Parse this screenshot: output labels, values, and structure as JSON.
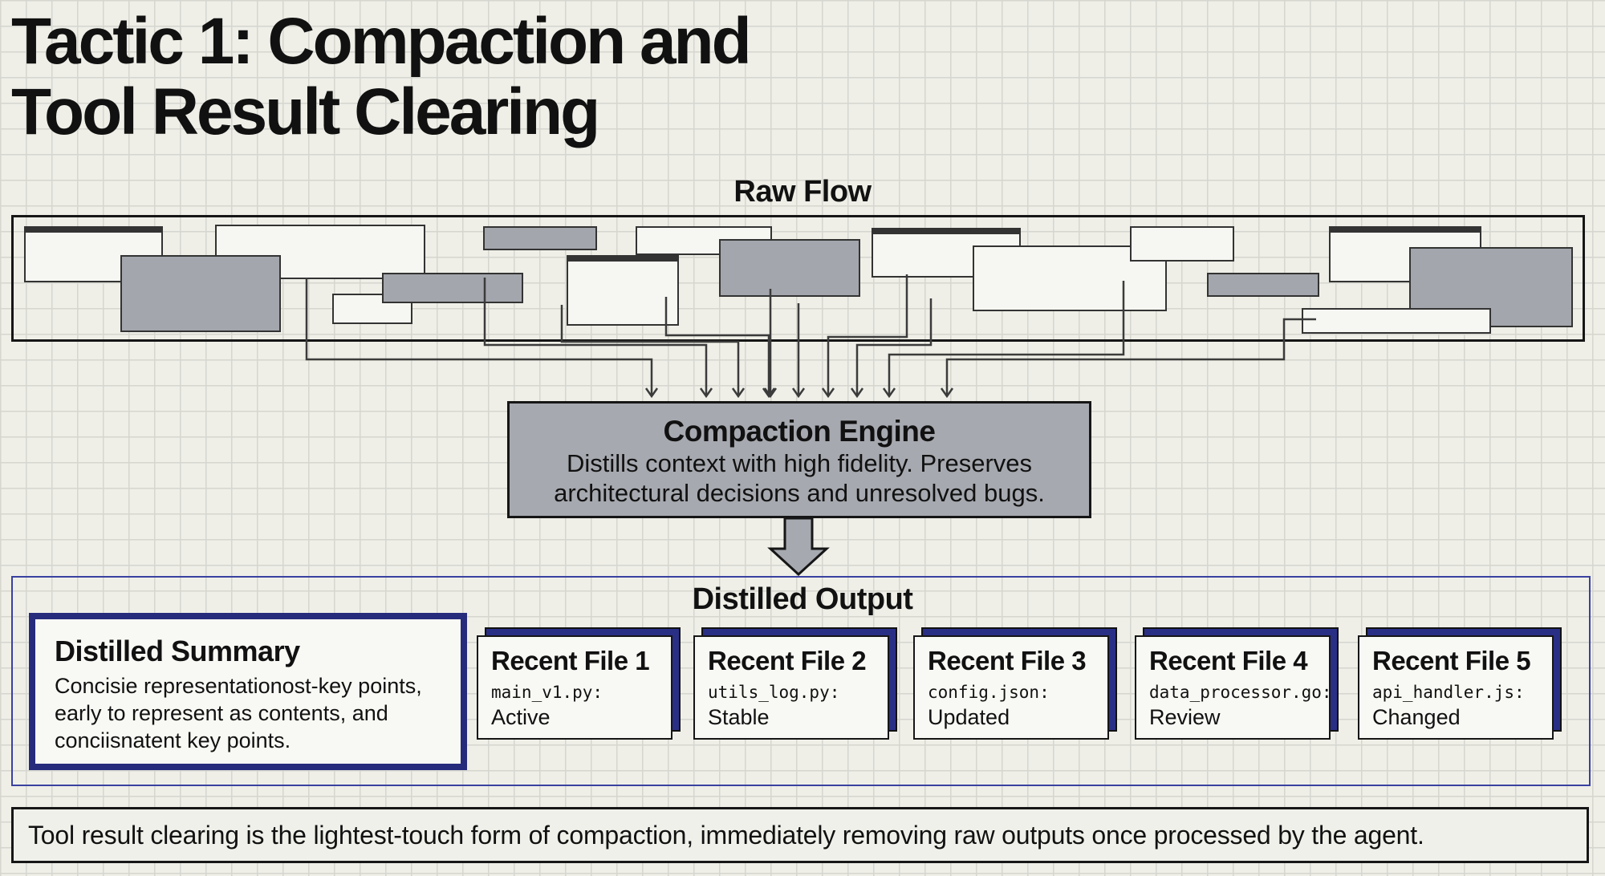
{
  "title": {
    "line1": "Tactic 1: Compaction and",
    "line2": "Tool Result Clearing"
  },
  "raw_flow": {
    "label": "Raw Flow"
  },
  "compaction_engine": {
    "title": "Compaction Engine",
    "description": "Distills context with high fidelity. Preserves architectural decisions and unresolved bugs."
  },
  "distilled_output": {
    "label": "Distilled Output",
    "summary": {
      "title": "Distilled Summary",
      "text": "Concisie representationost-key points, early to represent as contents, and conciisnatent key points."
    },
    "files": [
      {
        "title": "Recent File 1",
        "name": "main_v1.py:",
        "status": "Active"
      },
      {
        "title": "Recent File 2",
        "name": "utils_log.py:",
        "status": "Stable"
      },
      {
        "title": "Recent File 3",
        "name": "config.json:",
        "status": "Updated"
      },
      {
        "title": "Recent File 4",
        "name": "data_processor.go:",
        "status": "Review"
      },
      {
        "title": "Recent File 5",
        "name": "api_handler.js:",
        "status": "Changed"
      }
    ]
  },
  "footer": {
    "text": "Tool result clearing is the lightest-touch form of compaction, immediately removing raw outputs once processed by the agent."
  },
  "colors": {
    "background": "#efefe8",
    "grid": "#d6d6cf",
    "engine_fill": "#a6a9af",
    "accent_navy": "#262b7c",
    "output_frame": "#3a41a0"
  }
}
